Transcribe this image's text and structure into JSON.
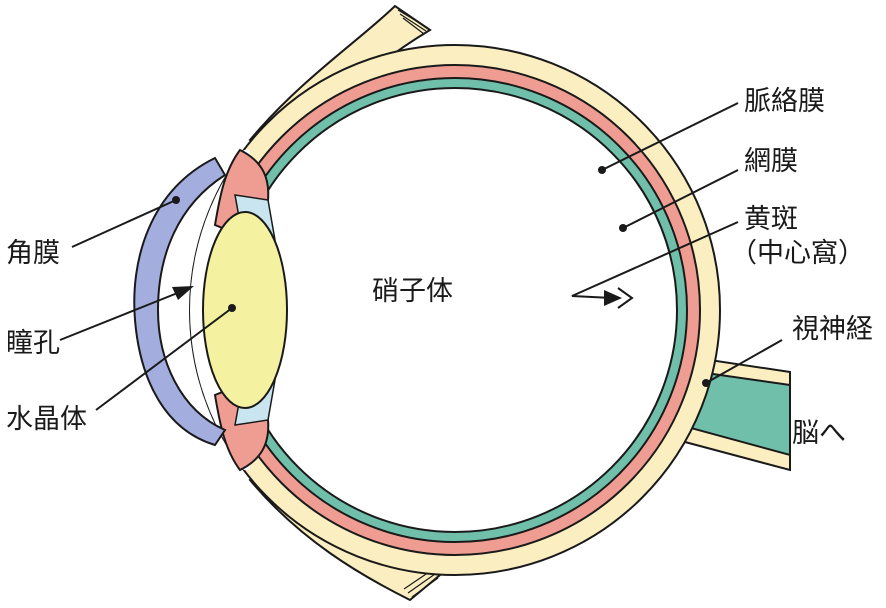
{
  "labels": {
    "kakumaku": "角膜",
    "doukou": "瞳孔",
    "suishoutai": "水晶体",
    "shoushitai": "硝子体",
    "myakurakumaku": "脈絡膜",
    "moumaku": "網膜",
    "ouhan": "黄斑",
    "chuushinka": "（中心窩）",
    "shishinkei": "視神経",
    "nouhe": "脳へ"
  },
  "colors": {
    "sclera": "#fbeec0",
    "choroid": "#ef9d92",
    "retina": "#6fbfaa",
    "cornea": "#a3aedf",
    "lens": "#f4f2a0",
    "ciliary": "#c9e6f0",
    "outline": "#1a1a1a"
  }
}
